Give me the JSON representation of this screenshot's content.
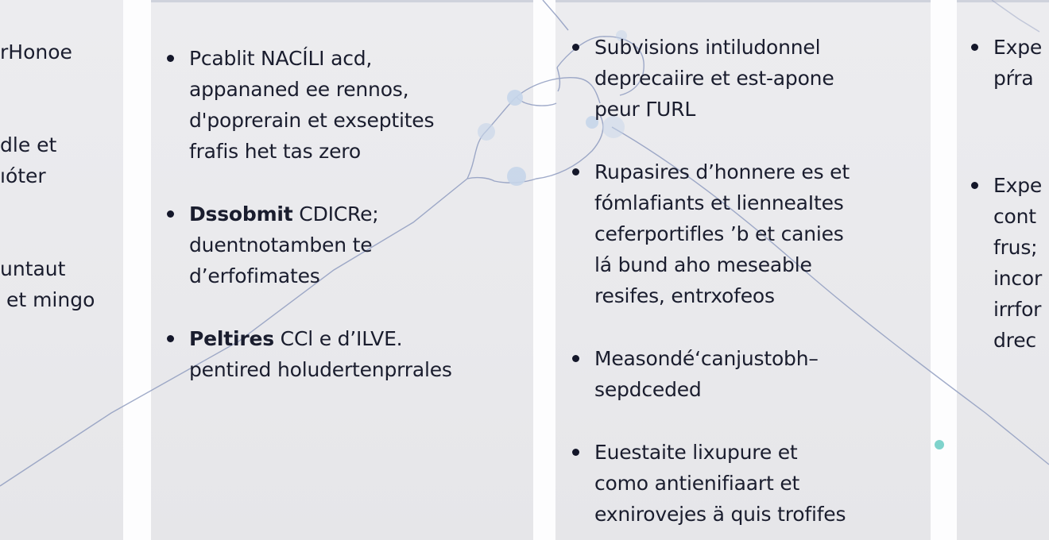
{
  "colors": {
    "panel_bg": "#eaeaed",
    "gutter_bg": "#fdfdfe",
    "text": "#1a1d2e",
    "panel_top_border": "#cfd2dc",
    "network_line": "#8f9cc0",
    "network_node": "#c7d6ea",
    "teal_dot": "#7fd3cc"
  },
  "panel_1": {
    "lines": [
      "rHonoe",
      "",
      "",
      "dle et",
      "ıóter",
      "",
      "",
      "untaut",
      " et mingo"
    ]
  },
  "panel_2": {
    "items": [
      {
        "bold": "",
        "lines": [
          "Pcablit NACÍLI acd,",
          "appananed ee rennos,",
          "d'poprerain et exseptites",
          "frafis het tas zero"
        ]
      },
      {
        "bold": "Dssobmit",
        "lines": [
          " CDICRe;",
          "duentnotamben te",
          "d’erfofimates"
        ]
      },
      {
        "bold": "Peltires",
        "lines": [
          " CCl e d’ILVE.",
          "pentired holudertenprrales"
        ]
      }
    ]
  },
  "panel_3": {
    "items": [
      {
        "lines": [
          "Subvisions intiludonnel",
          "deprecaiire et est-apone",
          "peur ΓURL"
        ]
      },
      {
        "lines": [
          "Rupasires d’honnere es et",
          "fómlafiants et lienneaItes",
          "ceferportifles ’b et canies",
          "lá bund aho meseable",
          "resifes, entrxofeos"
        ]
      },
      {
        "lines": [
          "Measondé‘canjustobh–",
          "sepdceded"
        ]
      },
      {
        "lines": [
          "Euestaite lixupure et",
          "como antienifiaart et",
          "exnirovejes ä quis trofifes"
        ]
      }
    ]
  },
  "panel_4": {
    "items": [
      {
        "lines": [
          "Expe",
          "pŕra"
        ]
      },
      {
        "lines": [
          "Expe",
          "cont",
          "frus;",
          "incor",
          "irrfor",
          "drec"
        ]
      }
    ]
  }
}
